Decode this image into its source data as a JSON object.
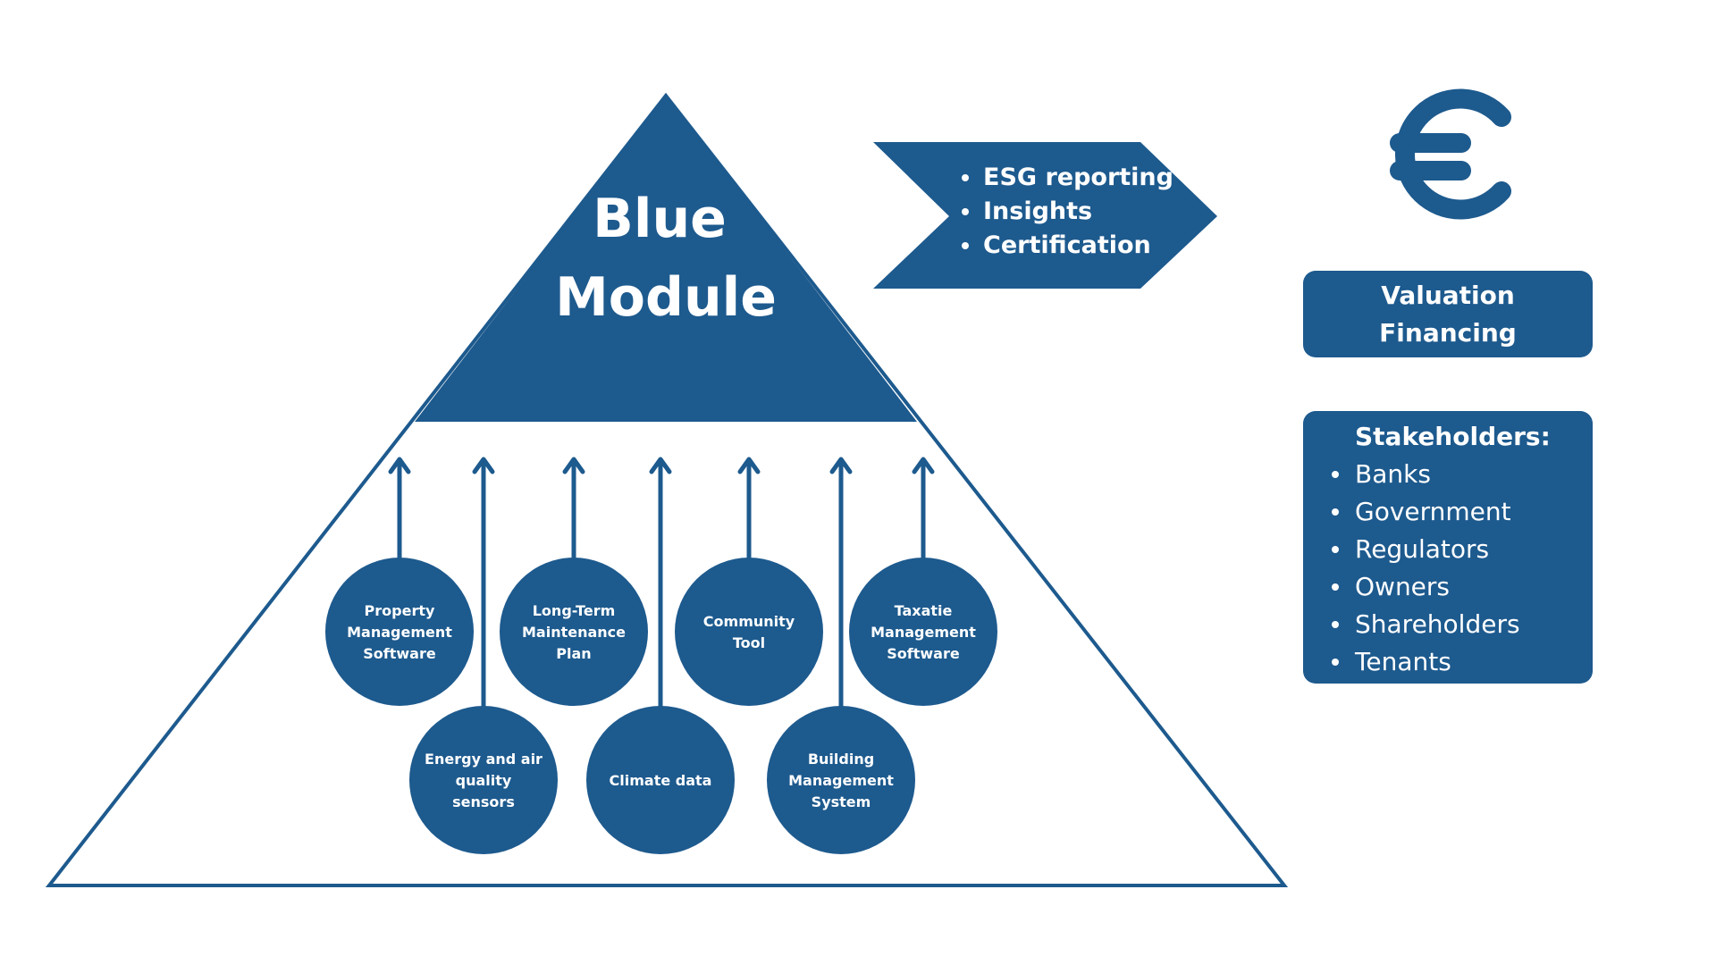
{
  "colors": {
    "primary": "#1d5a8e",
    "background": "#ffffff",
    "text_on_primary": "#ffffff"
  },
  "pyramid": {
    "title_line1": "Blue",
    "title_line2": "Module",
    "sources_top_row": [
      {
        "lines": [
          "Property",
          "Management",
          "Software"
        ]
      },
      {
        "lines": [
          "Long-Term",
          "Maintenance",
          "Plan"
        ]
      },
      {
        "lines": [
          "Community",
          "Tool"
        ]
      },
      {
        "lines": [
          "Taxatie",
          "Management",
          "Software"
        ]
      }
    ],
    "sources_bottom_row": [
      {
        "lines": [
          "Energy and air",
          "quality",
          "sensors"
        ]
      },
      {
        "lines": [
          "Climate data"
        ]
      },
      {
        "lines": [
          "Building",
          "Management",
          "System"
        ]
      }
    ]
  },
  "output_arrow": {
    "items": [
      "ESG reporting",
      "Insights",
      "Certification"
    ]
  },
  "euro_icon": "euro-icon",
  "valuation_box": {
    "lines": [
      "Valuation",
      "Financing"
    ]
  },
  "stakeholders_box": {
    "title": "Stakeholders:",
    "items": [
      "Banks",
      "Government",
      "Regulators",
      "Owners",
      "Shareholders",
      "Tenants"
    ]
  }
}
